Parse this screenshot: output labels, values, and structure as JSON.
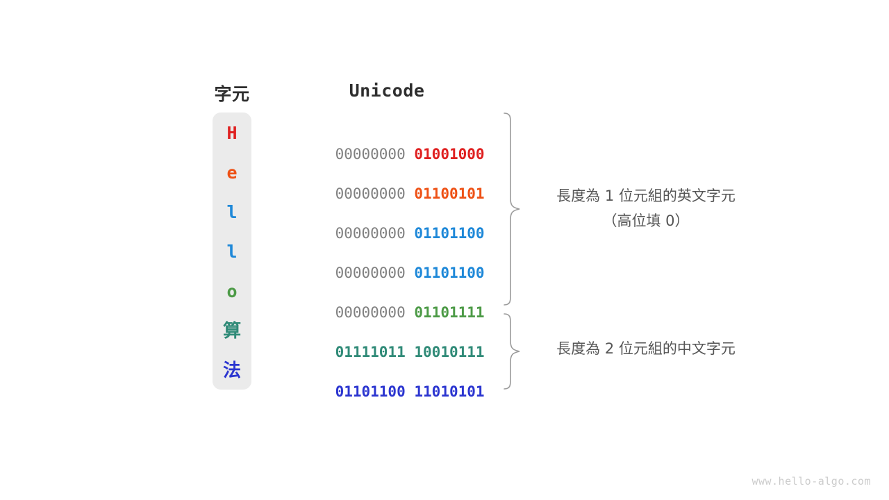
{
  "figure": {
    "headers": {
      "character": "字元",
      "encoding": "Unicode"
    },
    "rows": [
      {
        "char": "H",
        "color": "#DF2020",
        "cjk": false,
        "high_byte": "00000000",
        "low_byte": "01001000",
        "bytes": 1
      },
      {
        "char": "e",
        "color": "#EE5115",
        "cjk": false,
        "high_byte": "00000000",
        "low_byte": "01100101",
        "bytes": 1
      },
      {
        "char": "l",
        "color": "#1E88D8",
        "cjk": false,
        "high_byte": "00000000",
        "low_byte": "01101100",
        "bytes": 1
      },
      {
        "char": "l",
        "color": "#1E88D8",
        "cjk": false,
        "high_byte": "00000000",
        "low_byte": "01101100",
        "bytes": 1
      },
      {
        "char": "o",
        "color": "#4C9A46",
        "cjk": false,
        "high_byte": "00000000",
        "low_byte": "01101111",
        "bytes": 1
      },
      {
        "char": "算",
        "color": "#2F8A77",
        "cjk": true,
        "high_byte": "01111011",
        "low_byte": "10010111",
        "bytes": 2
      },
      {
        "char": "法",
        "color": "#2B35D0",
        "cjk": true,
        "high_byte": "01101100",
        "low_byte": "11010101",
        "bytes": 2
      }
    ],
    "annotations": [
      {
        "main": "長度為 1 位元組的英文字元",
        "sub": "（高位填 0）"
      },
      {
        "main": "長度為 2 位元組的中文字元",
        "sub": ""
      }
    ],
    "watermark": "www.hello-algo.com"
  }
}
